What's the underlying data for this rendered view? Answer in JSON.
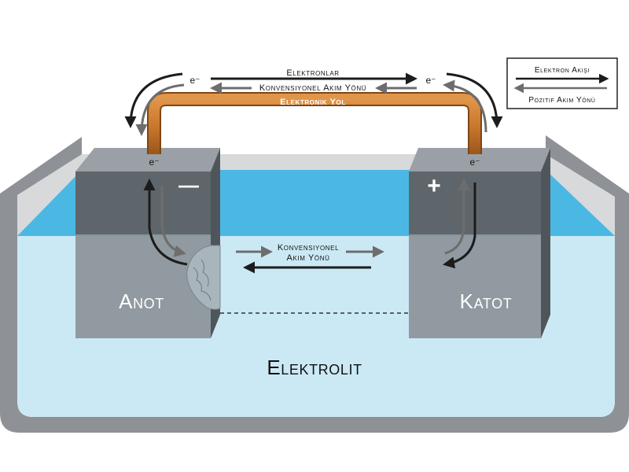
{
  "legend": {
    "electron_flow": "Elektron Akışı",
    "positive_current": "Pozitif Akım Yönü"
  },
  "wire": {
    "electrons_label": "Elektronlar",
    "conventional_label": "Konvensiyonel Akım Yönü",
    "path_label": "Elektronik Yol",
    "electron_symbol": "e⁻"
  },
  "electrolyte_flow": {
    "line1": "Konvensiyonel",
    "line2": "Akım Yönü"
  },
  "anode": {
    "label": "Anot",
    "sign": "—",
    "electron": "e⁻"
  },
  "cathode": {
    "label": "Katot",
    "sign": "+",
    "electron": "e⁻"
  },
  "electrolyte": {
    "label": "Elektrolit"
  },
  "colors": {
    "water_top": "#4bb8e4",
    "water_body": "#cbe9f5",
    "container": "#8e9196",
    "electrode": "#6b7277",
    "wire": "#c8772d",
    "arrow_dark": "#1c1c1c",
    "arrow_gray": "#6d6d6d"
  }
}
